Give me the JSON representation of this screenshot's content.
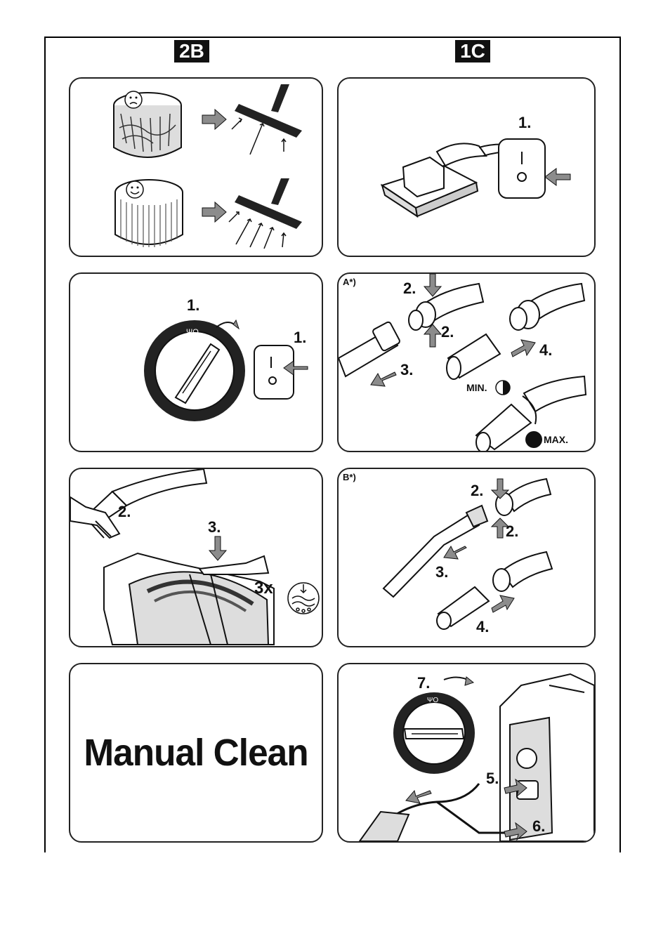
{
  "sections": {
    "left_tag": "2B",
    "right_tag": "1C"
  },
  "panel_2b_filter": {
    "face_icons": [
      "sad-face-icon",
      "happy-face-icon"
    ]
  },
  "panel_1c_sander": {
    "step_1": "1."
  },
  "panel_2b_dial": {
    "step_1_dial": "1.",
    "step_1_switch": "1."
  },
  "panel_1c_a": {
    "corner_label": "A*)",
    "step_2_top": "2.",
    "step_2_bottom": "2.",
    "step_3": "3.",
    "step_4": "4.",
    "min_label": "MIN.",
    "max_label": "MAX."
  },
  "panel_2b_hand": {
    "step_2": "2.",
    "step_3": "3.",
    "repeat_label": "3x"
  },
  "panel_1c_b": {
    "corner_label": "B*)",
    "step_2_top": "2.",
    "step_2_bottom": "2.",
    "step_3": "3.",
    "step_4": "4."
  },
  "panel_2b_manual": {
    "title": "Manual Clean"
  },
  "panel_1c_vacuum": {
    "step_5": "5.",
    "step_6": "6.",
    "step_7": "7."
  },
  "colors": {
    "ink": "#111111",
    "arrow_grey": "#8c8c8c",
    "panel_border": "#222222"
  }
}
